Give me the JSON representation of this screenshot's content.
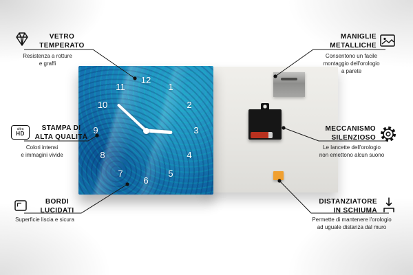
{
  "clock": {
    "numbers": [
      "12",
      "1",
      "2",
      "3",
      "4",
      "5",
      "6",
      "7",
      "8",
      "9",
      "10",
      "11"
    ]
  },
  "callouts": {
    "vetro": {
      "title": "VETRO\nTEMPERATO",
      "desc": "Resistenza a rotture\ne graffi"
    },
    "stampa": {
      "title": "STAMPA DI\nALTA QUALITÀ",
      "desc": "Colori intensi\ne immagini vivide"
    },
    "bordi": {
      "title": "BORDI\nLUCIDATI",
      "desc": "Superficie liscia e sicura"
    },
    "maniglie": {
      "title": "MANIGLIE\nMETALLICHE",
      "desc": "Consentono un facile\nmontaggio dell'orologio\na parete"
    },
    "meccanismo": {
      "title": "MECCANISMO\nSILENZIOSO",
      "desc": "Le lancette dell'orologio\nnon emettono alcun suono"
    },
    "distanziatore": {
      "title": "DISTANZIATORE\nIN SCHIUMA",
      "desc": "Permette di mantenere l'orologio\nad uguale distanza dal muro"
    }
  },
  "icons": {
    "ultrahd_top": "ultra",
    "ultrahd_bottom": "HD"
  },
  "colors": {
    "clock_blue": "#1470b0",
    "foam_orange": "#f0a030",
    "battery_red": "#b8311f",
    "metal_gray": "#9a9a98"
  }
}
